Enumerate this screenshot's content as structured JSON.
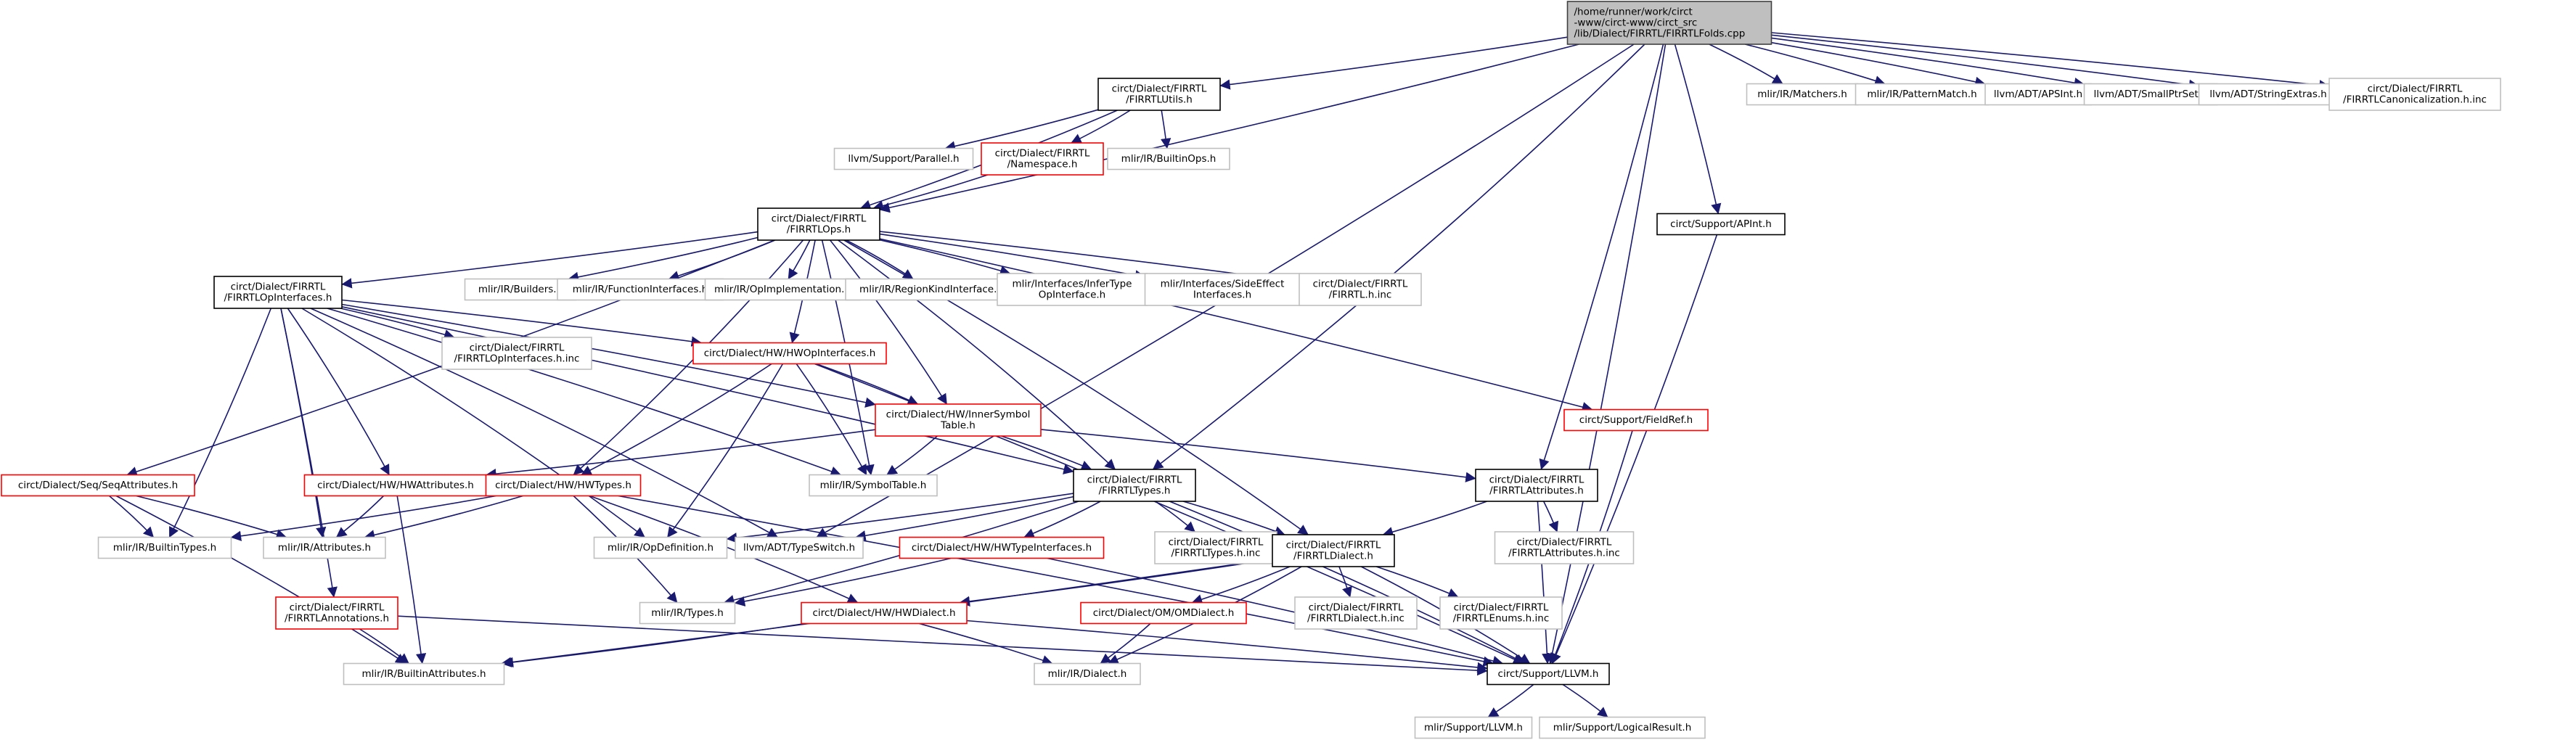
{
  "colors": {
    "edge": "#191970",
    "root_fill": "#bfbfbf",
    "root_border": "#404040",
    "documented_border": "#000000",
    "undocumented_border": "#ff0000",
    "external_border": "#bfbfbf",
    "background": "#ffffff"
  },
  "graph": {
    "root": "root",
    "nodes": [
      {
        "id": "root",
        "kind": "root",
        "label": "/home/runner/work/circt\n-www/circt-www/circt_src\n/lib/Dialect/FIRRTL/FIRRTLFolds.cpp"
      },
      {
        "id": "firrtlutils",
        "kind": "documented",
        "label": "circt/Dialect/FIRRTL\n/FIRRTLUtils.h"
      },
      {
        "id": "matchers",
        "kind": "external",
        "label": "mlir/IR/Matchers.h"
      },
      {
        "id": "patternmatch",
        "kind": "external",
        "label": "mlir/IR/PatternMatch.h"
      },
      {
        "id": "apsint",
        "kind": "external",
        "label": "llvm/ADT/APSInt.h"
      },
      {
        "id": "smallptrset",
        "kind": "external",
        "label": "llvm/ADT/SmallPtrSet.h"
      },
      {
        "id": "stringextras",
        "kind": "external",
        "label": "llvm/ADT/StringExtras.h"
      },
      {
        "id": "canon",
        "kind": "external",
        "label": "circt/Dialect/FIRRTL\n/FIRRTLCanonicalization.h.inc"
      },
      {
        "id": "parallel",
        "kind": "external",
        "label": "llvm/Support/Parallel.h"
      },
      {
        "id": "namespace",
        "kind": "undocumented",
        "label": "circt/Dialect/FIRRTL\n/Namespace.h"
      },
      {
        "id": "builtinops",
        "kind": "external",
        "label": "mlir/IR/BuiltinOps.h"
      },
      {
        "id": "supportapint",
        "kind": "documented",
        "label": "circt/Support/APInt.h"
      },
      {
        "id": "firrtlops",
        "kind": "documented",
        "label": "circt/Dialect/FIRRTL\n/FIRRTLOps.h"
      },
      {
        "id": "opinterfaces",
        "kind": "documented",
        "label": "circt/Dialect/FIRRTL\n/FIRRTLOpInterfaces.h"
      },
      {
        "id": "builders",
        "kind": "external",
        "label": "mlir/IR/Builders.h"
      },
      {
        "id": "funcinterfaces",
        "kind": "external",
        "label": "mlir/IR/FunctionInterfaces.h"
      },
      {
        "id": "opimpl",
        "kind": "external",
        "label": "mlir/IR/OpImplementation.h"
      },
      {
        "id": "regionkind",
        "kind": "external",
        "label": "mlir/IR/RegionKindInterface.h"
      },
      {
        "id": "infertype",
        "kind": "external",
        "label": "mlir/Interfaces/InferType\nOpInterface.h"
      },
      {
        "id": "sideeffect",
        "kind": "external",
        "label": "mlir/Interfaces/SideEffect\nInterfaces.h"
      },
      {
        "id": "firrtlhinc",
        "kind": "external",
        "label": "circt/Dialect/FIRRTL\n/FIRRTL.h.inc"
      },
      {
        "id": "fieldref",
        "kind": "undocumented",
        "label": "circt/Support/FieldRef.h"
      },
      {
        "id": "opinterfacesinc",
        "kind": "external",
        "label": "circt/Dialect/FIRRTL\n/FIRRTLOpInterfaces.h.inc"
      },
      {
        "id": "hwopinterfaces",
        "kind": "undocumented",
        "label": "circt/Dialect/HW/HWOpInterfaces.h"
      },
      {
        "id": "innersymbol",
        "kind": "undocumented",
        "label": "circt/Dialect/HW/InnerSymbol\nTable.h"
      },
      {
        "id": "seqattrs",
        "kind": "undocumented",
        "label": "circt/Dialect/Seq/SeqAttributes.h"
      },
      {
        "id": "hwattrs",
        "kind": "undocumented",
        "label": "circt/Dialect/HW/HWAttributes.h"
      },
      {
        "id": "hwtypes",
        "kind": "undocumented",
        "label": "circt/Dialect/HW/HWTypes.h"
      },
      {
        "id": "symboltable",
        "kind": "external",
        "label": "mlir/IR/SymbolTable.h"
      },
      {
        "id": "firrtltypes",
        "kind": "documented",
        "label": "circt/Dialect/FIRRTL\n/FIRRTLTypes.h"
      },
      {
        "id": "firrtlattrs",
        "kind": "documented",
        "label": "circt/Dialect/FIRRTL\n/FIRRTLAttributes.h"
      },
      {
        "id": "builtintypes",
        "kind": "external",
        "label": "mlir/IR/BuiltinTypes.h"
      },
      {
        "id": "attributes",
        "kind": "external",
        "label": "mlir/IR/Attributes.h"
      },
      {
        "id": "opdefinition",
        "kind": "external",
        "label": "mlir/IR/OpDefinition.h"
      },
      {
        "id": "typeswitch",
        "kind": "external",
        "label": "llvm/ADT/TypeSwitch.h"
      },
      {
        "id": "hwtypeinterfaces",
        "kind": "undocumented",
        "label": "circt/Dialect/HW/HWTypeInterfaces.h"
      },
      {
        "id": "firrtltypesinc",
        "kind": "external",
        "label": "circt/Dialect/FIRRTL\n/FIRRTLTypes.h.inc"
      },
      {
        "id": "firrtldialect",
        "kind": "documented",
        "label": "circt/Dialect/FIRRTL\n/FIRRTLDialect.h"
      },
      {
        "id": "firrtlattrsinc",
        "kind": "external",
        "label": "circt/Dialect/FIRRTL\n/FIRRTLAttributes.h.inc"
      },
      {
        "id": "firrtlannotations",
        "kind": "undocumented",
        "label": "circt/Dialect/FIRRTL\n/FIRRTLAnnotations.h"
      },
      {
        "id": "irtypes",
        "kind": "external",
        "label": "mlir/IR/Types.h"
      },
      {
        "id": "hwdialect",
        "kind": "undocumented",
        "label": "circt/Dialect/HW/HWDialect.h"
      },
      {
        "id": "omdialect",
        "kind": "undocumented",
        "label": "circt/Dialect/OM/OMDialect.h"
      },
      {
        "id": "firrtldialectinc",
        "kind": "external",
        "label": "circt/Dialect/FIRRTL\n/FIRRTLDialect.h.inc"
      },
      {
        "id": "firrtlenumsinc",
        "kind": "external",
        "label": "circt/Dialect/FIRRTL\n/FIRRTLEnums.h.inc"
      },
      {
        "id": "builtinattrs",
        "kind": "external",
        "label": "mlir/IR/BuiltinAttributes.h"
      },
      {
        "id": "irdialect",
        "kind": "external",
        "label": "mlir/IR/Dialect.h"
      },
      {
        "id": "supportllvm",
        "kind": "documented",
        "label": "circt/Support/LLVM.h"
      },
      {
        "id": "mlirllvm",
        "kind": "external",
        "label": "mlir/Support/LLVM.h"
      },
      {
        "id": "logicalresult",
        "kind": "external",
        "label": "mlir/Support/LogicalResult.h"
      }
    ],
    "edges": [
      [
        "root",
        "firrtlutils"
      ],
      [
        "root",
        "matchers"
      ],
      [
        "root",
        "patternmatch"
      ],
      [
        "root",
        "apsint"
      ],
      [
        "root",
        "smallptrset"
      ],
      [
        "root",
        "stringextras"
      ],
      [
        "root",
        "canon"
      ],
      [
        "root",
        "firrtlops"
      ],
      [
        "root",
        "supportapint"
      ],
      [
        "root",
        "firrtltypes"
      ],
      [
        "root",
        "firrtlattrs"
      ],
      [
        "root",
        "typeswitch"
      ],
      [
        "root",
        "supportllvm"
      ],
      [
        "firrtlutils",
        "parallel"
      ],
      [
        "firrtlutils",
        "namespace"
      ],
      [
        "firrtlutils",
        "builtinops"
      ],
      [
        "firrtlutils",
        "firrtlops"
      ],
      [
        "namespace",
        "firrtlops"
      ],
      [
        "supportapint",
        "supportllvm"
      ],
      [
        "firrtlops",
        "opinterfaces"
      ],
      [
        "firrtlops",
        "builders"
      ],
      [
        "firrtlops",
        "funcinterfaces"
      ],
      [
        "firrtlops",
        "opimpl"
      ],
      [
        "firrtlops",
        "regionkind"
      ],
      [
        "firrtlops",
        "infertype"
      ],
      [
        "firrtlops",
        "sideeffect"
      ],
      [
        "firrtlops",
        "firrtlhinc"
      ],
      [
        "firrtlops",
        "fieldref"
      ],
      [
        "firrtlops",
        "seqattrs"
      ],
      [
        "firrtlops",
        "hwtypes"
      ],
      [
        "firrtlops",
        "hwopinterfaces"
      ],
      [
        "firrtlops",
        "innersymbol"
      ],
      [
        "firrtlops",
        "firrtltypes"
      ],
      [
        "firrtlops",
        "firrtldialect"
      ],
      [
        "firrtlops",
        "symboltable"
      ],
      [
        "opinterfaces",
        "opinterfacesinc"
      ],
      [
        "opinterfaces",
        "hwopinterfaces"
      ],
      [
        "opinterfaces",
        "innersymbol"
      ],
      [
        "opinterfaces",
        "hwattrs"
      ],
      [
        "opinterfaces",
        "firrtltypes"
      ],
      [
        "opinterfaces",
        "firrtlannotations"
      ],
      [
        "opinterfaces",
        "builtintypes"
      ],
      [
        "opinterfaces",
        "attributes"
      ],
      [
        "opinterfaces",
        "opdefinition"
      ],
      [
        "opinterfaces",
        "typeswitch"
      ],
      [
        "opinterfaces",
        "symboltable"
      ],
      [
        "fieldref",
        "supportllvm"
      ],
      [
        "hwopinterfaces",
        "innersymbol"
      ],
      [
        "hwopinterfaces",
        "hwtypes"
      ],
      [
        "hwopinterfaces",
        "symboltable"
      ],
      [
        "hwopinterfaces",
        "opdefinition"
      ],
      [
        "hwopinterfaces",
        "supportllvm"
      ],
      [
        "innersymbol",
        "hwattrs"
      ],
      [
        "innersymbol",
        "symboltable"
      ],
      [
        "innersymbol",
        "firrtltypes"
      ],
      [
        "innersymbol",
        "firrtlattrs"
      ],
      [
        "seqattrs",
        "builtintypes"
      ],
      [
        "seqattrs",
        "attributes"
      ],
      [
        "seqattrs",
        "builtinattrs"
      ],
      [
        "hwattrs",
        "attributes"
      ],
      [
        "hwattrs",
        "builtinattrs"
      ],
      [
        "hwtypes",
        "builtintypes"
      ],
      [
        "hwtypes",
        "attributes"
      ],
      [
        "hwtypes",
        "irtypes"
      ],
      [
        "hwtypes",
        "hwdialect"
      ],
      [
        "hwtypes",
        "supportllvm"
      ],
      [
        "firrtltypes",
        "opdefinition"
      ],
      [
        "firrtltypes",
        "typeswitch"
      ],
      [
        "firrtltypes",
        "hwtypeinterfaces"
      ],
      [
        "firrtltypes",
        "firrtltypesinc"
      ],
      [
        "firrtltypes",
        "firrtldialect"
      ],
      [
        "firrtltypes",
        "irtypes"
      ],
      [
        "firrtltypes",
        "supportllvm"
      ],
      [
        "firrtlattrs",
        "firrtldialect"
      ],
      [
        "firrtlattrs",
        "firrtlattrsinc"
      ],
      [
        "firrtlattrs",
        "supportllvm"
      ],
      [
        "hwtypeinterfaces",
        "irtypes"
      ],
      [
        "hwtypeinterfaces",
        "supportllvm"
      ],
      [
        "firrtldialect",
        "hwdialect"
      ],
      [
        "firrtldialect",
        "omdialect"
      ],
      [
        "firrtldialect",
        "firrtldialectinc"
      ],
      [
        "firrtldialect",
        "firrtlenumsinc"
      ],
      [
        "firrtldialect",
        "irdialect"
      ],
      [
        "firrtldialect",
        "builtinattrs"
      ],
      [
        "firrtldialect",
        "supportllvm"
      ],
      [
        "firrtlannotations",
        "builtinattrs"
      ],
      [
        "firrtlannotations",
        "supportllvm"
      ],
      [
        "hwdialect",
        "irdialect"
      ],
      [
        "hwdialect",
        "builtinattrs"
      ],
      [
        "hwdialect",
        "supportllvm"
      ],
      [
        "omdialect",
        "irdialect"
      ],
      [
        "supportllvm",
        "mlirllvm"
      ],
      [
        "supportllvm",
        "logicalresult"
      ]
    ]
  }
}
